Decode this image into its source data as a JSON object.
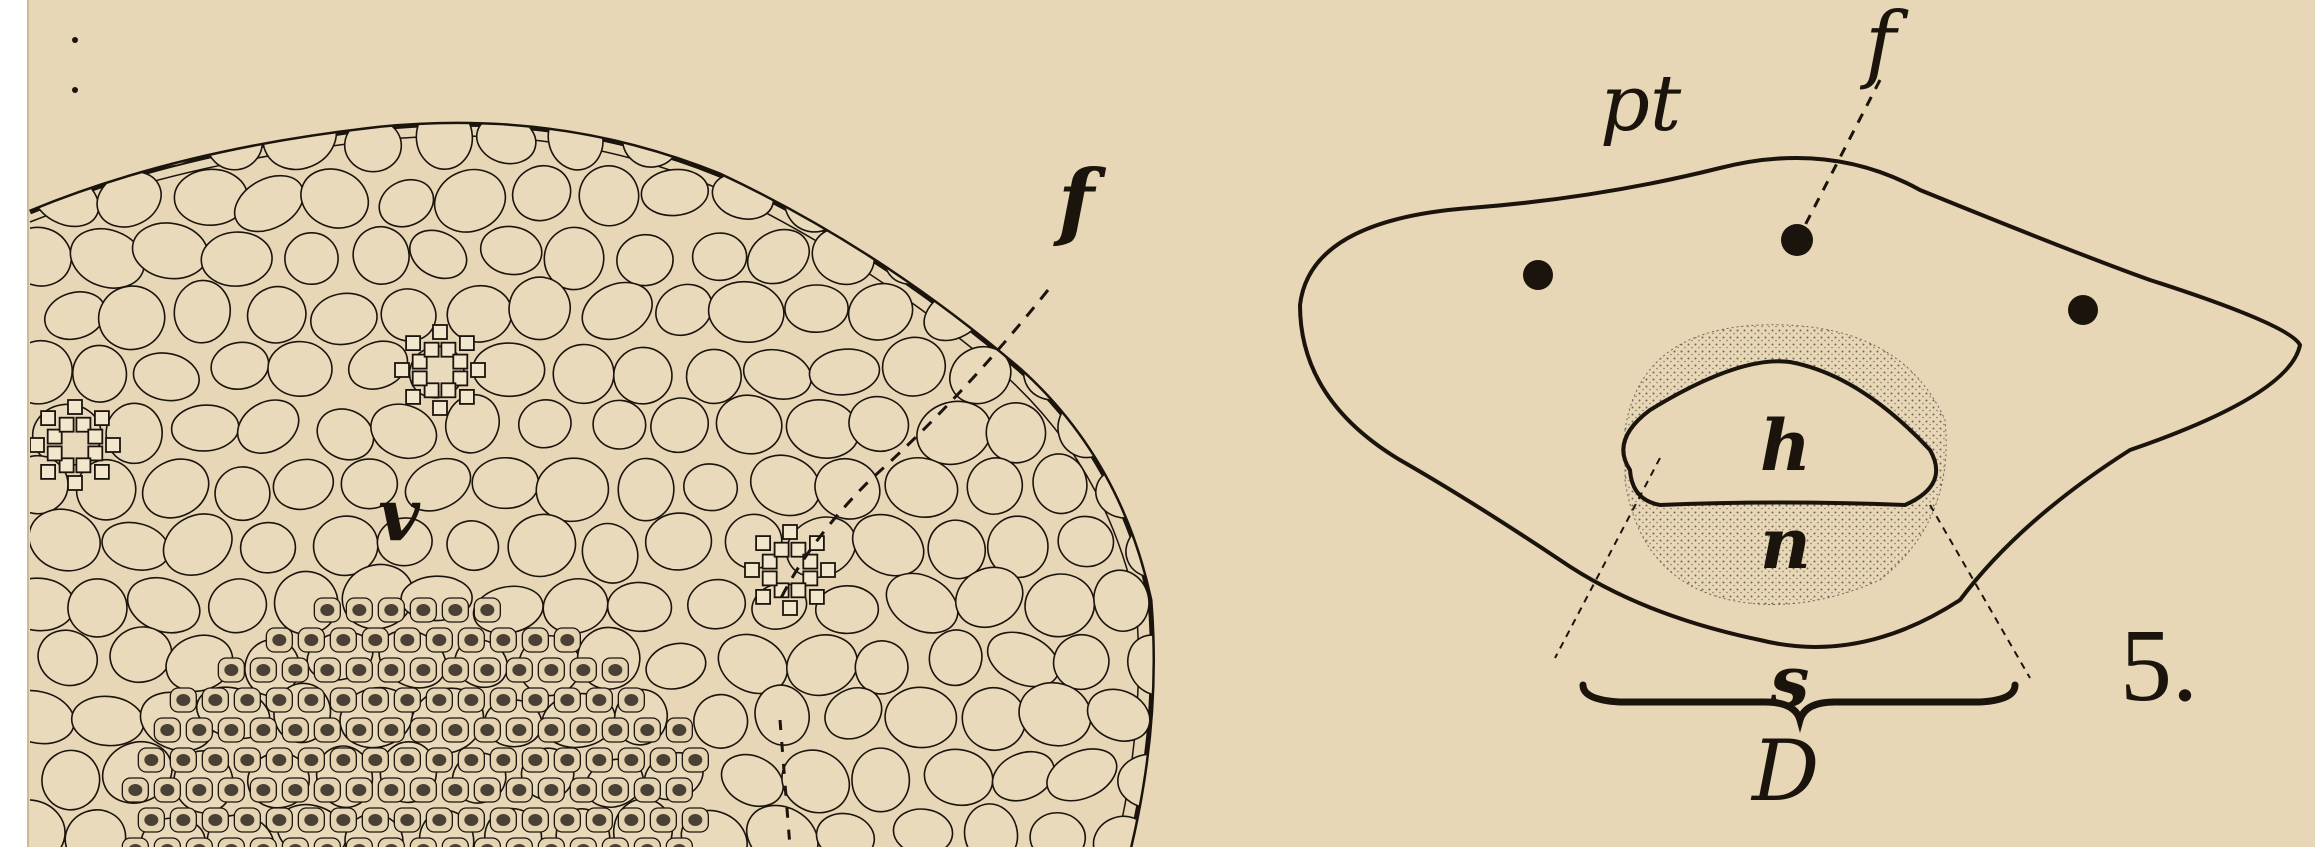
{
  "plate": {
    "paper_color": "#e7d7b6",
    "ink_color": "#1b140d",
    "margin_strip_color": "#ffffff"
  },
  "section_left": {
    "labels": {
      "f": "f",
      "v": "v"
    }
  },
  "section_right": {
    "labels": {
      "pt": "pt",
      "f": "f",
      "h": "h",
      "n": "n",
      "s": "s",
      "D": "D"
    },
    "figure_number": "5."
  }
}
